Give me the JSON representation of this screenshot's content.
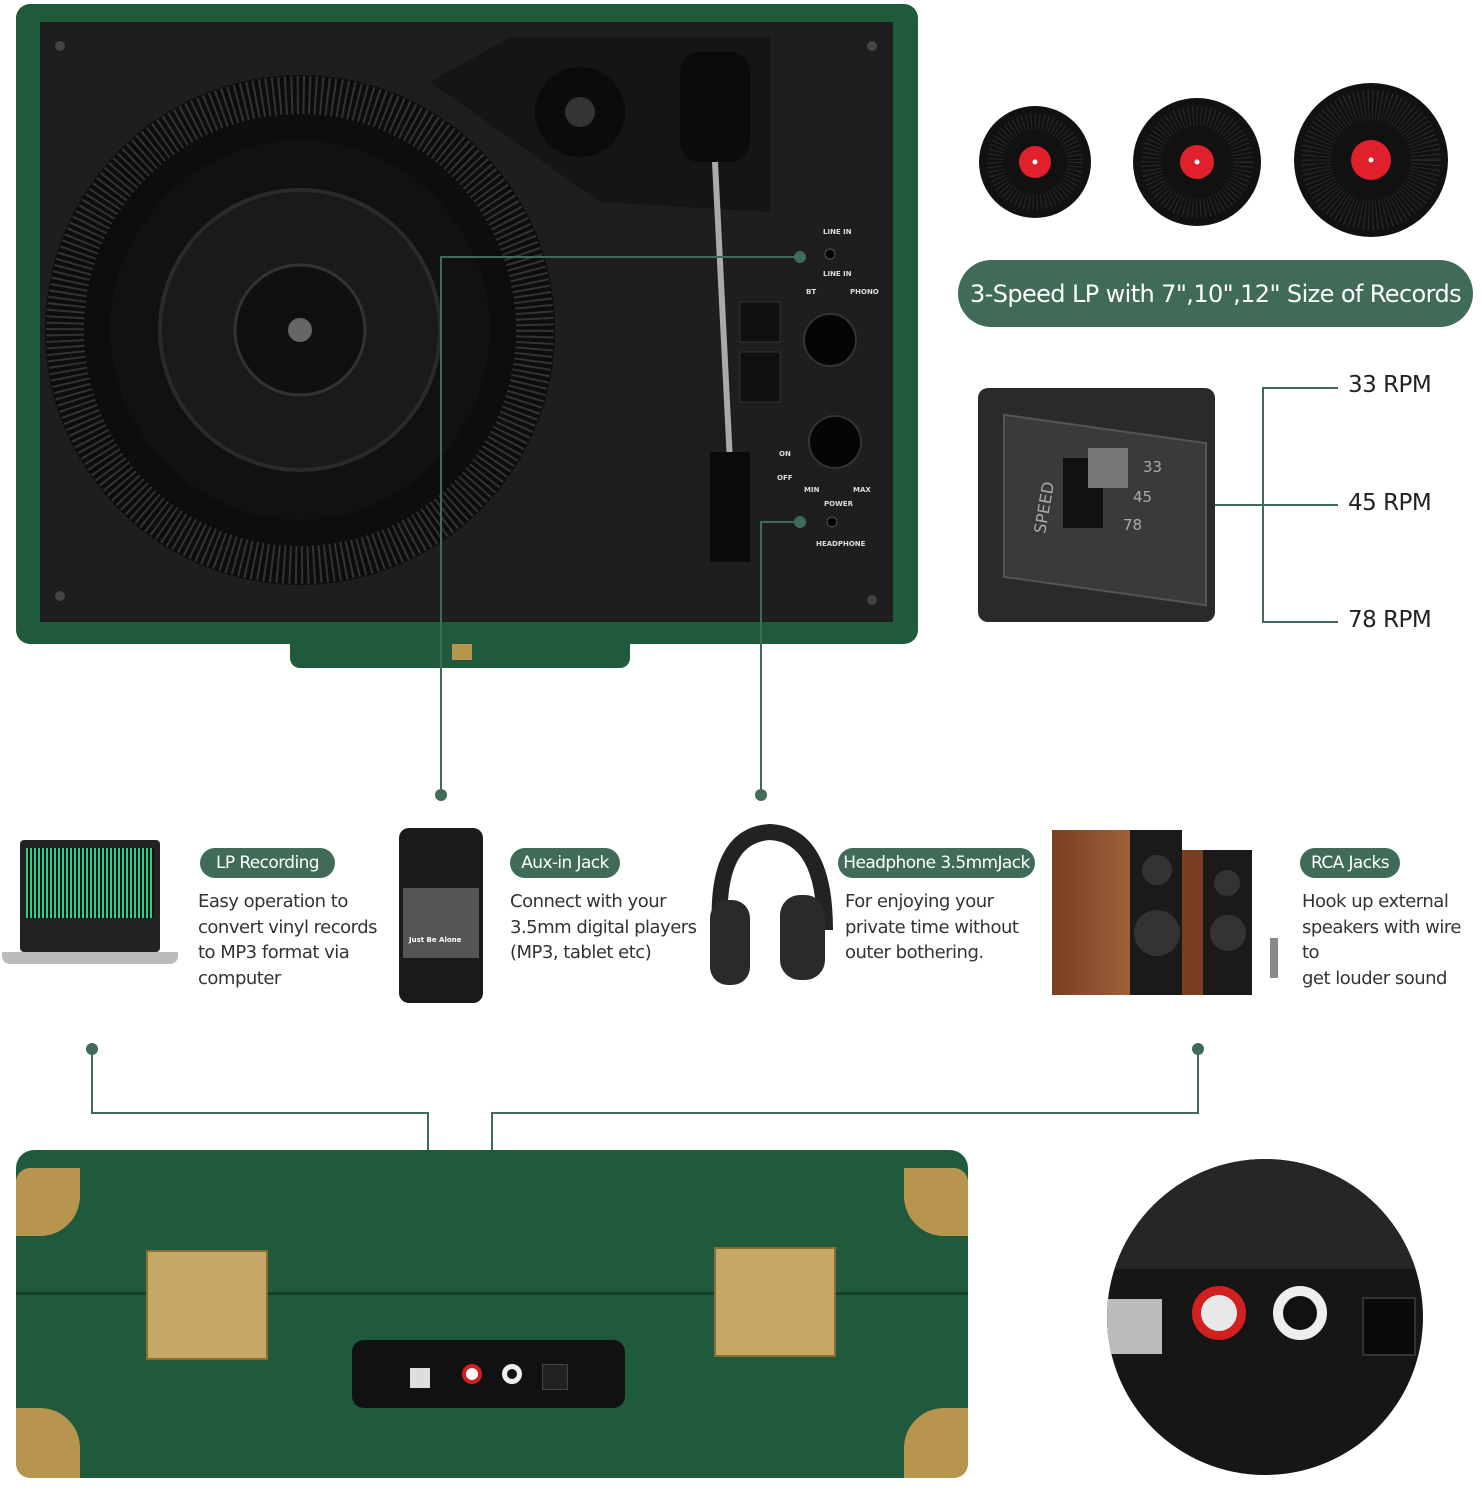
{
  "headline": "3-Speed LP with 7\",10\",12\" Size of Records",
  "speeds": [
    "33 RPM",
    "45 RPM",
    "78 RPM"
  ],
  "speed_switch_labels": {
    "title": "SPEED",
    "marks": [
      "33",
      "45",
      "78"
    ]
  },
  "panel_labels": {
    "line_in_jack": "LINE IN",
    "selector_mid": "LINE IN",
    "selector_left": "BT",
    "selector_right": "PHONO",
    "power_on": "ON",
    "power_off": "OFF",
    "volume_min": "MIN",
    "volume_max": "MAX",
    "power": "POWER",
    "headphone": "HEADPHONE"
  },
  "phone_screen": {
    "song": "Just Be Alone"
  },
  "features": [
    {
      "title": "LP Recording",
      "lines": [
        "Easy operation to",
        "convert vinyl records",
        "to MP3 format via",
        "computer"
      ]
    },
    {
      "title": "Aux-in Jack",
      "lines": [
        "Connect with your",
        "3.5mm digital players",
        "(MP3, tablet etc)"
      ]
    },
    {
      "title": "Headphone 3.5mmJack",
      "lines": [
        "For enjoying your",
        "private time without",
        "outer bothering."
      ]
    },
    {
      "title": "RCA Jacks",
      "lines": [
        "Hook up external",
        "speakers with wire to",
        "get louder sound"
      ]
    }
  ],
  "colors": {
    "accent": "#3f6b58",
    "case_green": "#1f5a3c",
    "brass": "#b8954f",
    "record_label": "#e0202a"
  }
}
